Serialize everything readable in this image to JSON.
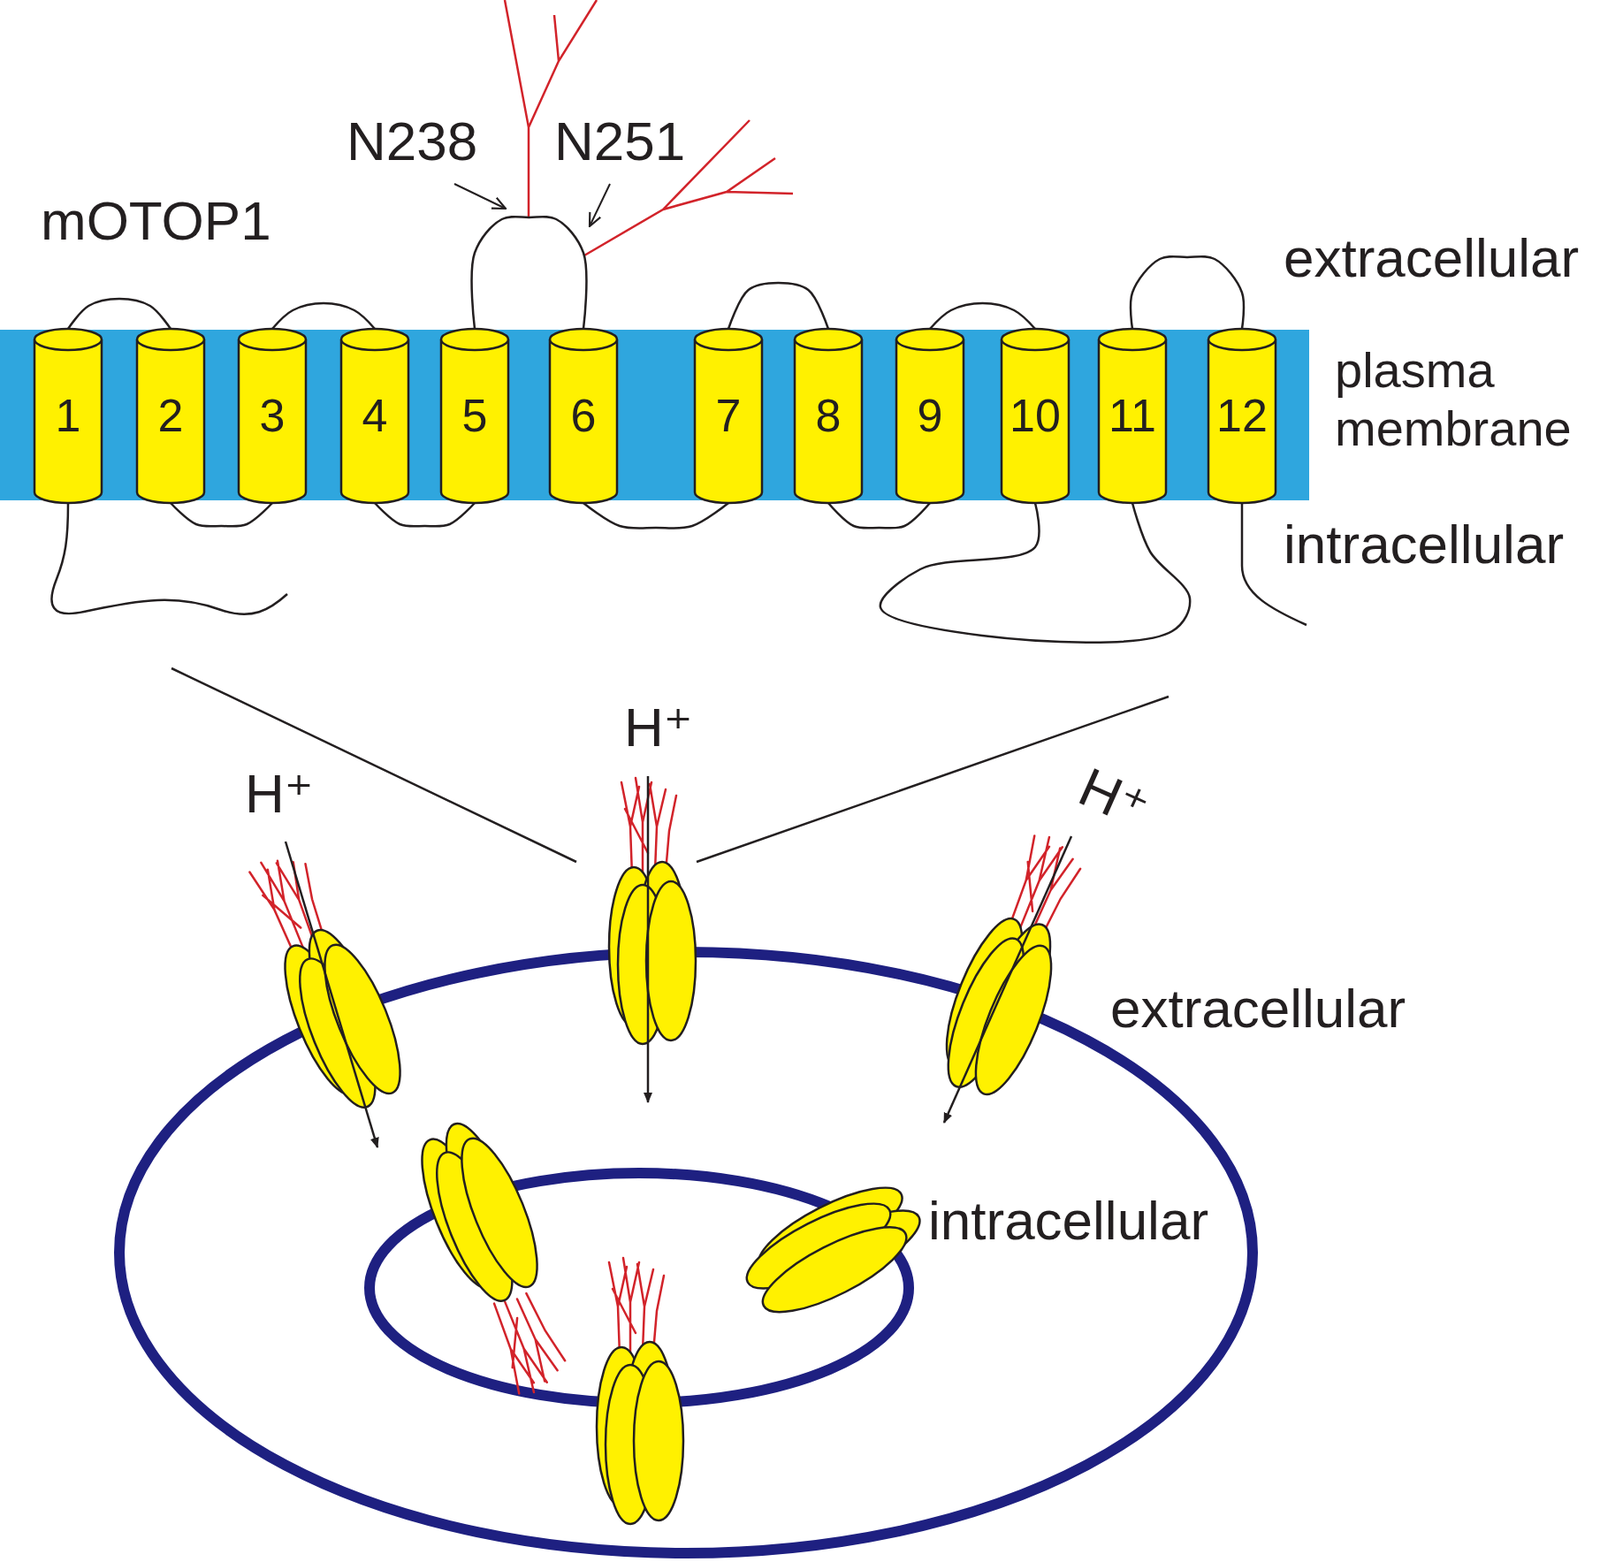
{
  "diagram": {
    "nodes": [
      {
        "text": [
          "1"
        ]
      },
      {
        "text": [
          "2"
        ]
      },
      {
        "text": [
          "3"
        ]
      },
      {
        "text": [
          "4"
        ]
      },
      {
        "text": [
          "5"
        ]
      },
      {
        "text": [
          "6"
        ]
      },
      {
        "text": [
          "7"
        ]
      },
      {
        "text": [
          "8"
        ]
      },
      {
        "text": [
          "9"
        ]
      },
      {
        "text": [
          "10"
        ]
      },
      {
        "text": [
          "11"
        ]
      },
      {
        "text": [
          "12"
        ]
      }
    ],
    "edges": [
      {
        "from": 0,
        "to": 1,
        "arrow": "none"
      },
      {
        "from": 1,
        "to": 2,
        "arrow": "none"
      },
      {
        "from": 2,
        "to": 3,
        "arrow": "none"
      },
      {
        "from": 3,
        "to": 4,
        "arrow": "none"
      },
      {
        "from": 4,
        "to": 5,
        "arrow": "none"
      },
      {
        "from": 5,
        "to": 6,
        "arrow": "none"
      },
      {
        "from": 6,
        "to": 7,
        "arrow": "none"
      },
      {
        "from": 7,
        "to": 8,
        "arrow": "none"
      },
      {
        "from": 8,
        "to": 9,
        "arrow": "none"
      },
      {
        "from": 9,
        "to": 10,
        "arrow": "none"
      },
      {
        "from": 10,
        "to": 11,
        "arrow": "none"
      }
    ],
    "labels": [
      "mOTOP1",
      "N238",
      "N251",
      "extracellular",
      "plasma membrane",
      "intracellular",
      "H⁺",
      "H⁺",
      "H⁺",
      "extracellular",
      "intracellular"
    ]
  }
}
